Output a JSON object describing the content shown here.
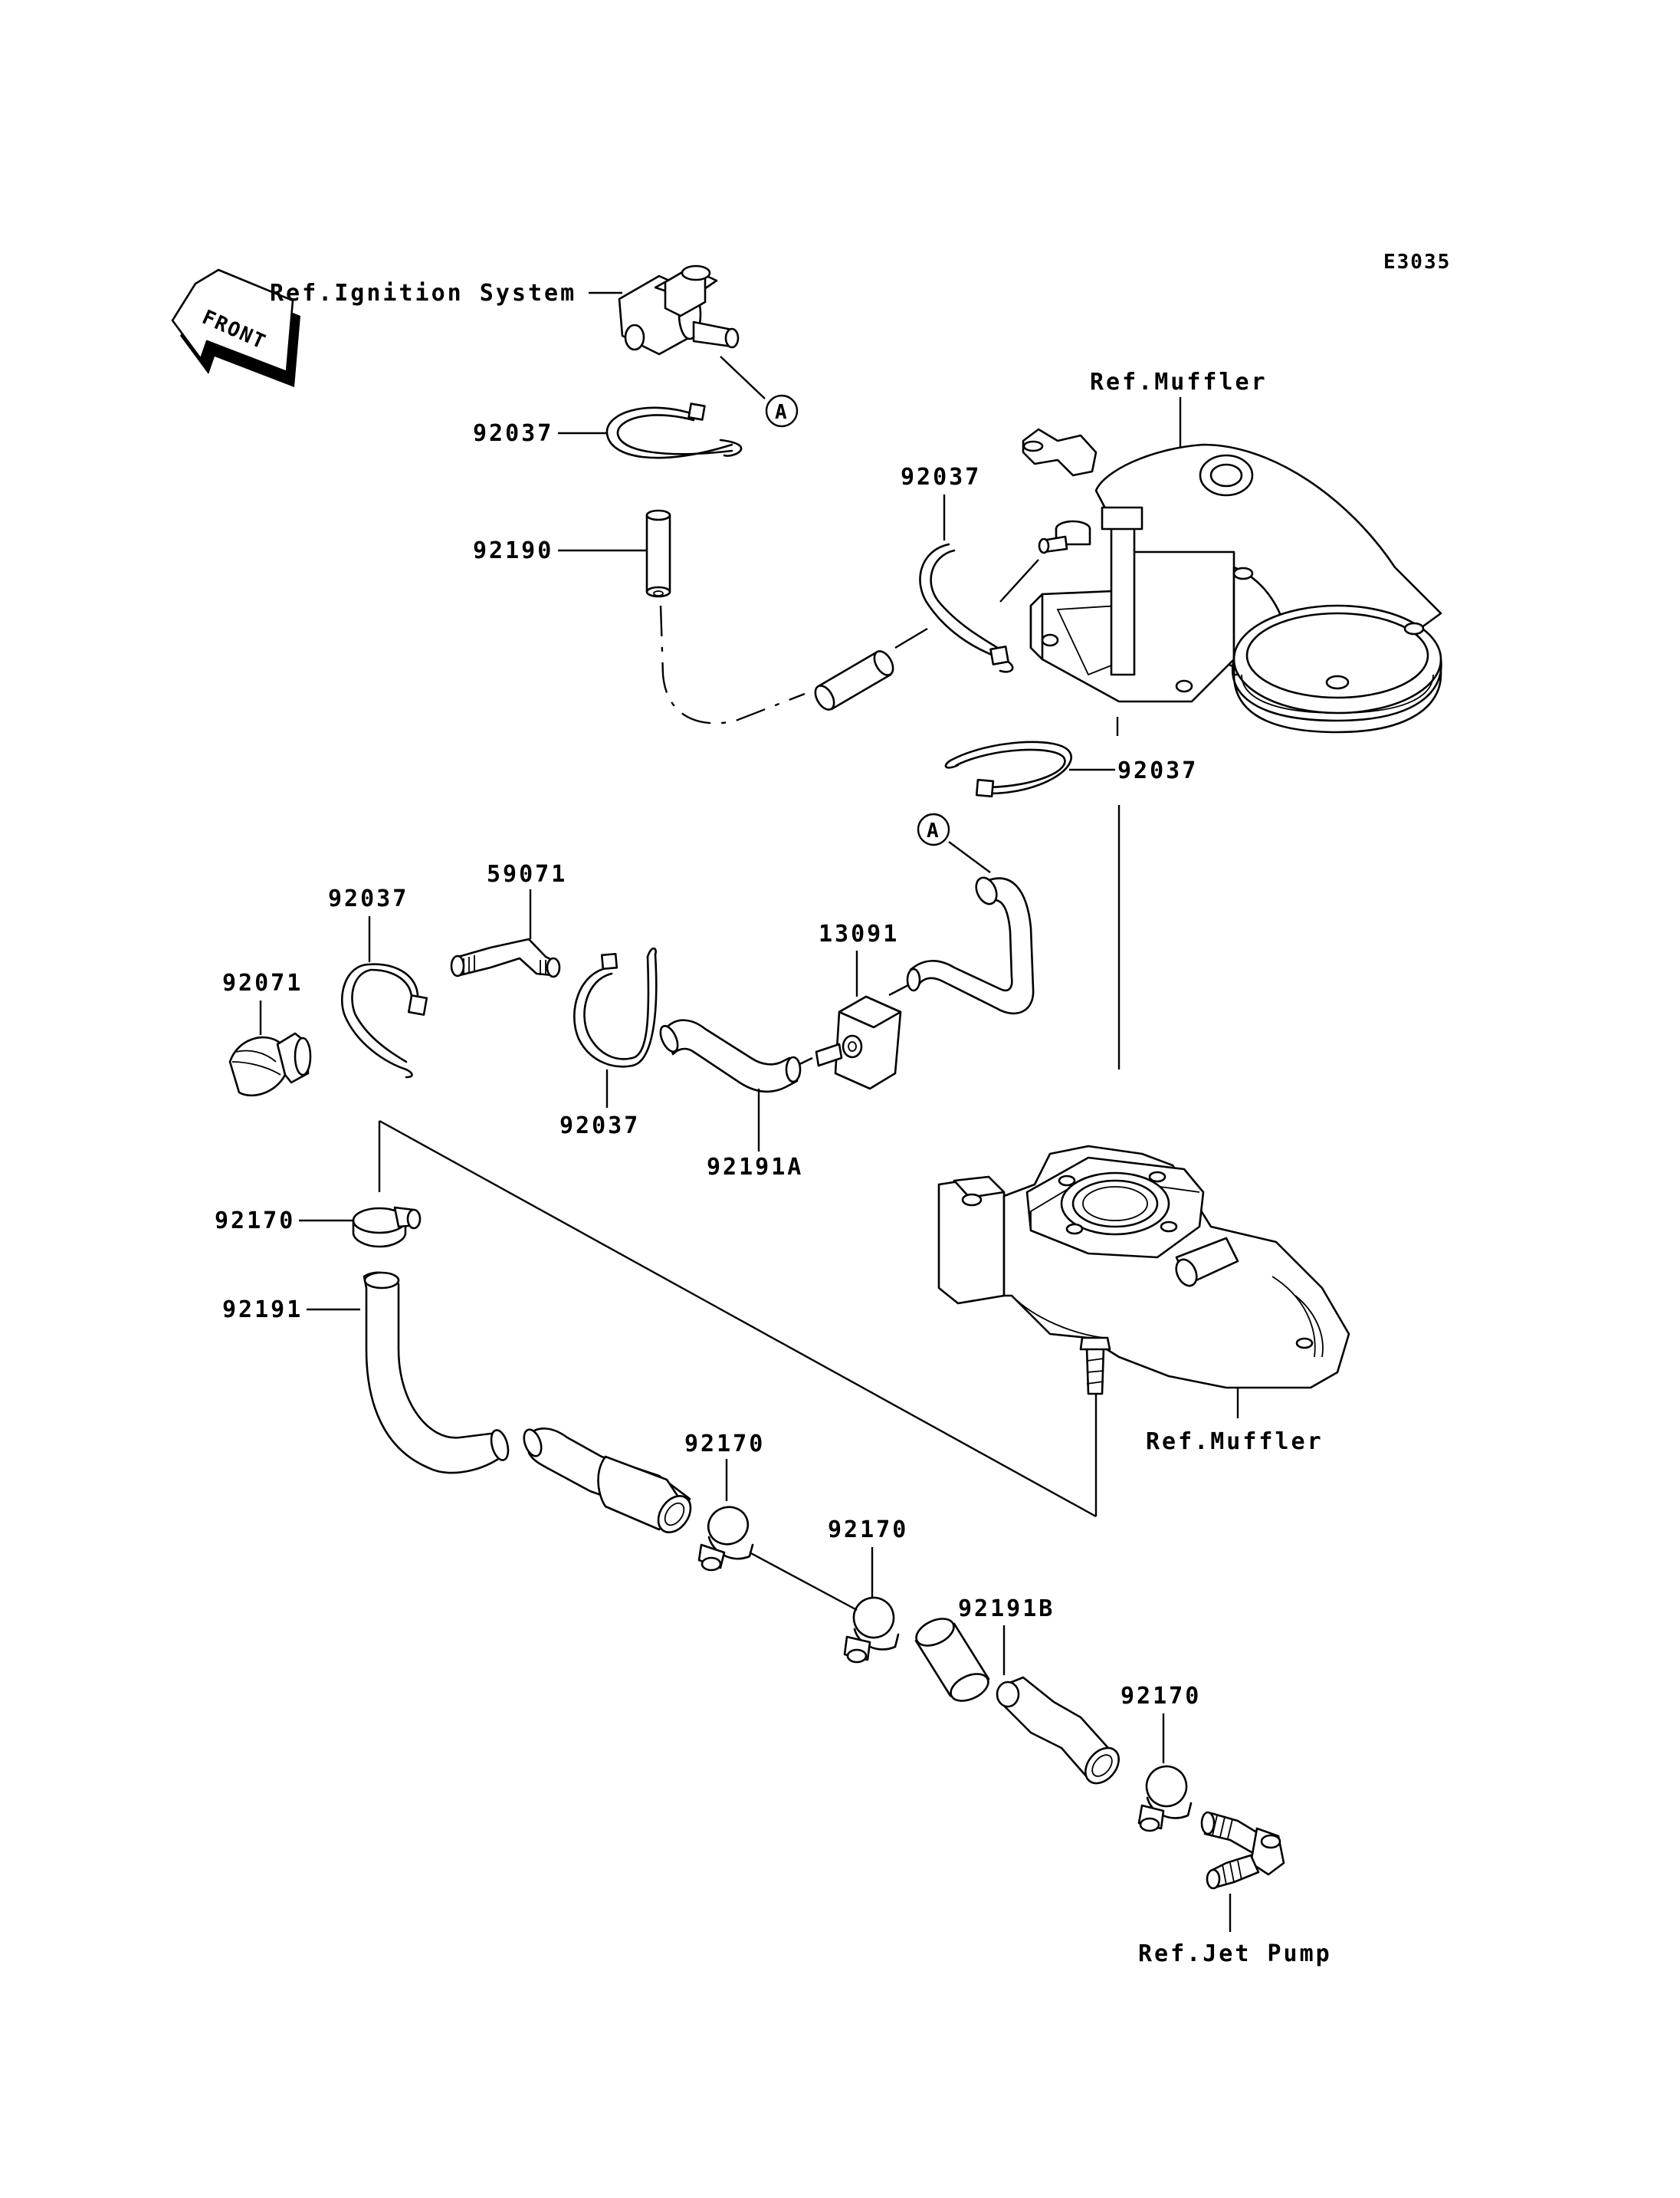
{
  "diagram_code": "E3035",
  "front_label": "FRONT",
  "callout_letter": "A",
  "references": {
    "ignition": "Ref.Ignition System",
    "muffler_top": "Ref.Muffler",
    "muffler_bottom": "Ref.Muffler",
    "jet_pump": "Ref.Jet Pump"
  },
  "parts": {
    "band_top": "92037",
    "hose_small": "92190",
    "band_muffler_top": "92037",
    "band_muffler_lower": "92037",
    "band_left": "92037",
    "pipe": "59071",
    "band_mid": "92037",
    "plug": "92071",
    "valve": "13091",
    "hose_a": "92191A",
    "clamp_left": "92170",
    "hose_main": "92191",
    "clamp_mid1": "92170",
    "clamp_mid2": "92170",
    "hose_b": "92191B",
    "clamp_right": "92170"
  }
}
